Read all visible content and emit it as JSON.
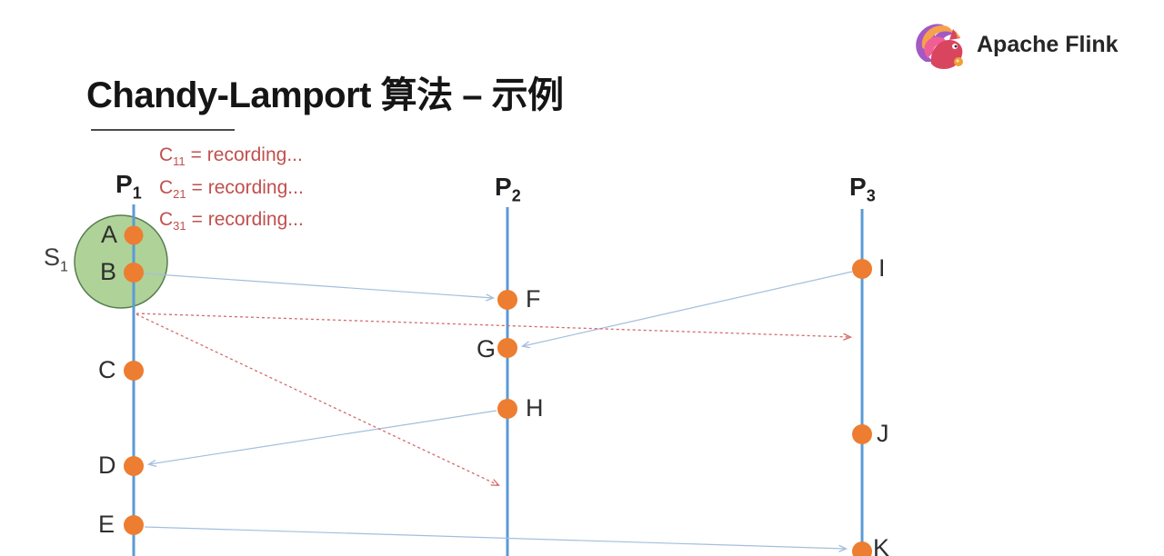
{
  "slide": {
    "title": "Chandy-Lamport 算法 – 示例",
    "brand": "Apache Flink"
  },
  "annotations": [
    {
      "base": "C",
      "sub": "11",
      "rest": "= recording..."
    },
    {
      "base": "C",
      "sub": "21",
      "rest": "= recording..."
    },
    {
      "base": "C",
      "sub": "31",
      "rest": "= recording..."
    }
  ],
  "snapshot": {
    "base": "S",
    "sub": "1"
  },
  "processes": [
    {
      "base": "P",
      "sub": "1"
    },
    {
      "base": "P",
      "sub": "2"
    },
    {
      "base": "P",
      "sub": "3"
    }
  ],
  "events": {
    "p1": [
      "A",
      "B",
      "C",
      "D",
      "E"
    ],
    "p2": [
      "F",
      "G",
      "H"
    ],
    "p3": [
      "I",
      "J",
      "K"
    ]
  },
  "diagram": {
    "messages": [
      {
        "from": "B",
        "to": "F",
        "style": "solid"
      },
      {
        "from": "I",
        "to": "G",
        "style": "solid"
      },
      {
        "from": "H",
        "to": "D",
        "style": "solid"
      },
      {
        "from": "E",
        "to": "K",
        "style": "solid"
      }
    ],
    "marker_messages": [
      {
        "from": "P1 (after B)",
        "to": "P3",
        "style": "dashed"
      },
      {
        "from": "P1 (after B)",
        "to": "P2",
        "style": "dashed"
      }
    ]
  },
  "colors": {
    "timeline": "#5b9bd5",
    "event_dot": "#ed7d31",
    "message_arrow": "#a3bedd",
    "marker_arrow": "#d66a6a",
    "snapshot_fill": "#a6cd8d",
    "snapshot_border": "#567d4e",
    "annotation_red": "#c0504d"
  }
}
